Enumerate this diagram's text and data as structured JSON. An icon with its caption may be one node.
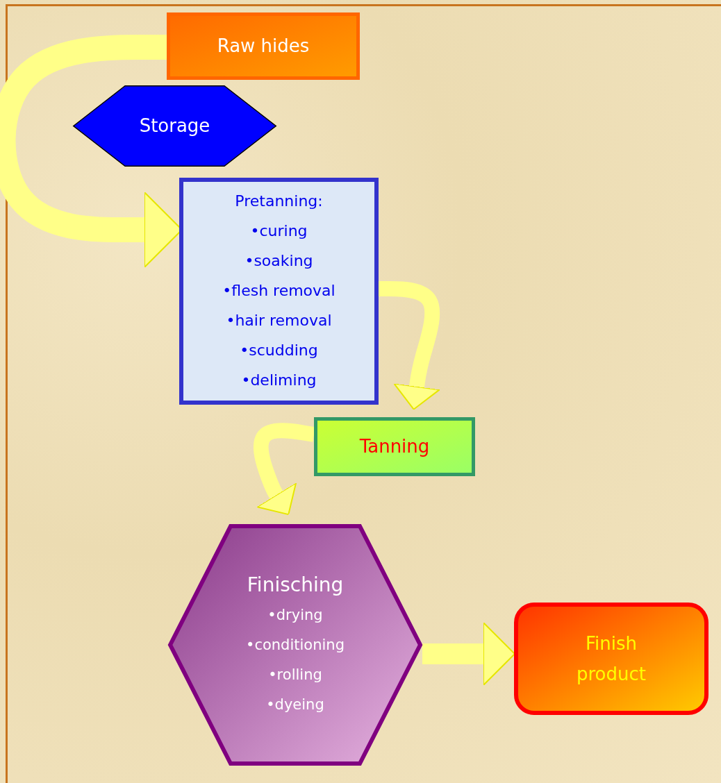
{
  "diagram": {
    "nodes": [
      {
        "text": [
          "Raw hides"
        ]
      },
      {
        "text": [
          "Storage"
        ]
      },
      {
        "text": [
          "Pretanning:",
          "•curing",
          "•soaking",
          "•flesh removal",
          "•hair removal",
          "•scudding",
          "•deliming"
        ]
      },
      {
        "text": [
          "Tanning"
        ]
      },
      {
        "text": [
          "Finisching",
          "•drying",
          "•conditioning",
          "•rolling",
          "•dyeing"
        ]
      },
      {
        "text": [
          "Finish product"
        ]
      }
    ],
    "edges": [
      {
        "from": 0,
        "to": 2,
        "arrow": "to"
      },
      {
        "from": 2,
        "to": 3,
        "arrow": "to"
      },
      {
        "from": 3,
        "to": 4,
        "arrow": "to"
      },
      {
        "from": 4,
        "to": 5,
        "arrow": "to"
      }
    ]
  }
}
